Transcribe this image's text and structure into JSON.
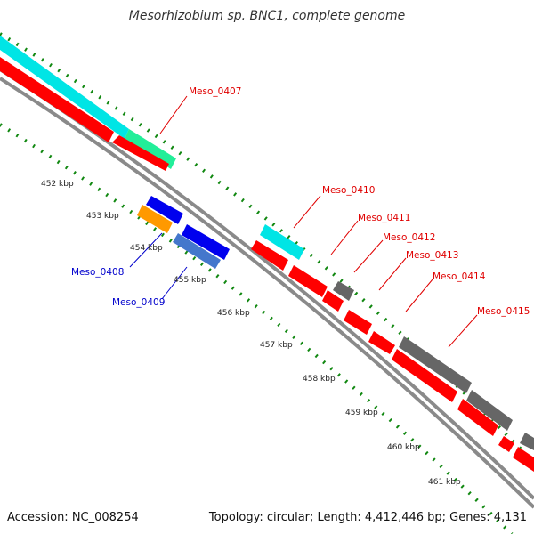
{
  "title": "Mesorhizobium sp. BNC1, complete genome",
  "accession": "Accession: NC_008254",
  "topology": "Topology: circular; Length: 4,412,446 bp; Genes: 4,131",
  "colors": {
    "backbone": "#8a8a8a",
    "forward_cds": "#ff0000",
    "reverse_cds": "#0000ee",
    "cyan_feature": "#00e5e5",
    "green_feature": "#22ee99",
    "orange_feature": "#ff9900",
    "gray_feature": "#666666",
    "tick": "#118811",
    "label_red": "#e00000",
    "label_blue": "#0000cc"
  },
  "kbp_ticks": [
    "452 kbp",
    "453 kbp",
    "454 kbp",
    "455 kbp",
    "456 kbp",
    "457 kbp",
    "458 kbp",
    "459 kbp",
    "460 kbp",
    "461 kbp"
  ],
  "gene_labels": {
    "meso_0407": "Meso_0407",
    "meso_0408": "Meso_0408",
    "meso_0409": "Meso_0409",
    "meso_0410": "Meso_0410",
    "meso_0411": "Meso_0411",
    "meso_0412": "Meso_0412",
    "meso_0413": "Meso_0413",
    "meso_0414": "Meso_0414",
    "meso_0415": "Meso_0415"
  }
}
